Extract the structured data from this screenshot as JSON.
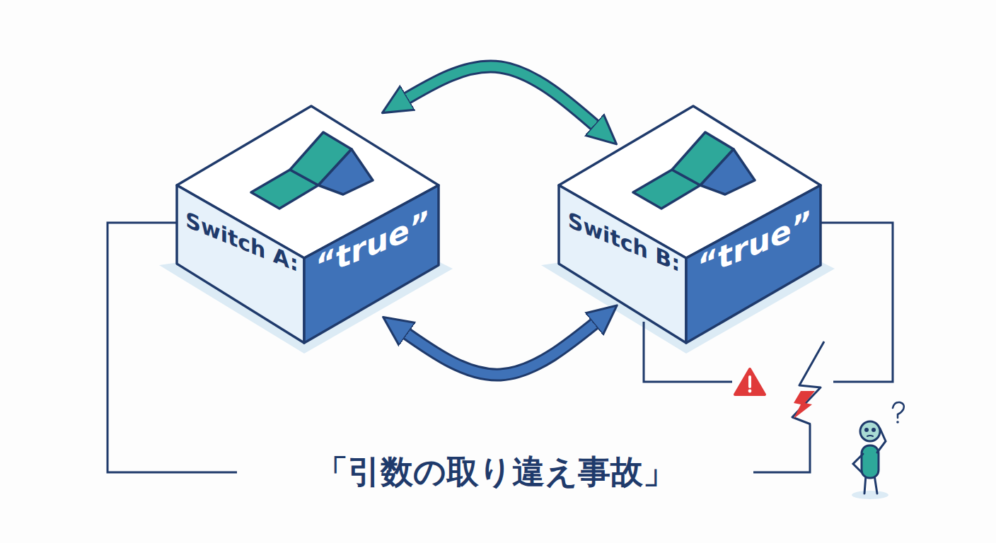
{
  "diagram": {
    "title": "「引数の取り違え事故」",
    "nodes": [
      {
        "text": [
          "Switch A:",
          "“true”"
        ]
      },
      {
        "text": [
          "Switch B:",
          "“true”"
        ]
      }
    ],
    "edges": [
      {
        "from": 0,
        "to": 1,
        "arrow": "both"
      },
      {
        "from": 0,
        "to": 1,
        "arrow": "both"
      }
    ]
  }
}
